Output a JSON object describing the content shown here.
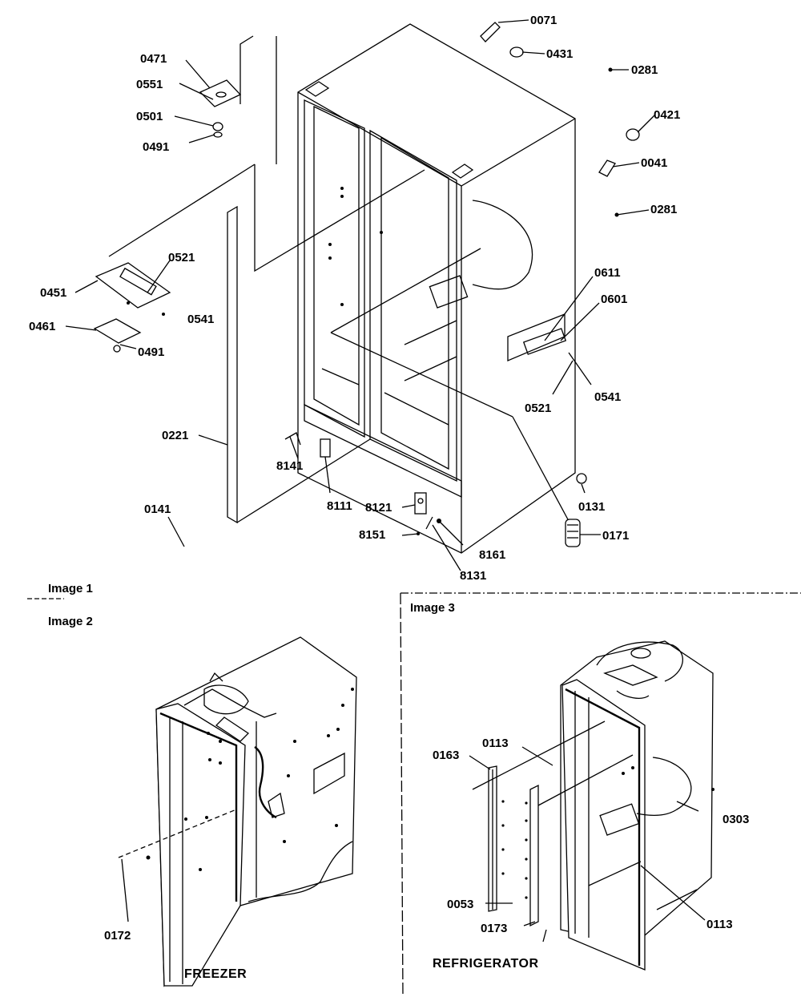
{
  "sections": {
    "image1": "Image 1",
    "image2": "Image 2",
    "image3": "Image 3"
  },
  "captions": {
    "freezer": "FREEZER",
    "refrigerator": "REFRIGERATOR"
  },
  "labels": {
    "p0071": "0071",
    "p0431": "0431",
    "p0281a": "0281",
    "p0421": "0421",
    "p0041": "0041",
    "p0281b": "0281",
    "p0471": "0471",
    "p0551": "0551",
    "p0501": "0501",
    "p0491a": "0491",
    "p0521a": "0521",
    "p0451": "0451",
    "p0461": "0461",
    "p0491b": "0491",
    "p0541a": "0541",
    "p0611": "0611",
    "p0601": "0601",
    "p0521b": "0521",
    "p0541b": "0541",
    "p0221": "0221",
    "p8141": "8141",
    "p8111": "8111",
    "p0141": "0141",
    "p0131": "0131",
    "p8121": "8121",
    "p0171": "0171",
    "p8151": "8151",
    "p8161": "8161",
    "p8131": "8131",
    "p0172": "0172",
    "p0163": "0163",
    "p0113a": "0113",
    "p0303": "0303",
    "p0053": "0053",
    "p0173": "0173",
    "p0113b": "0113"
  }
}
